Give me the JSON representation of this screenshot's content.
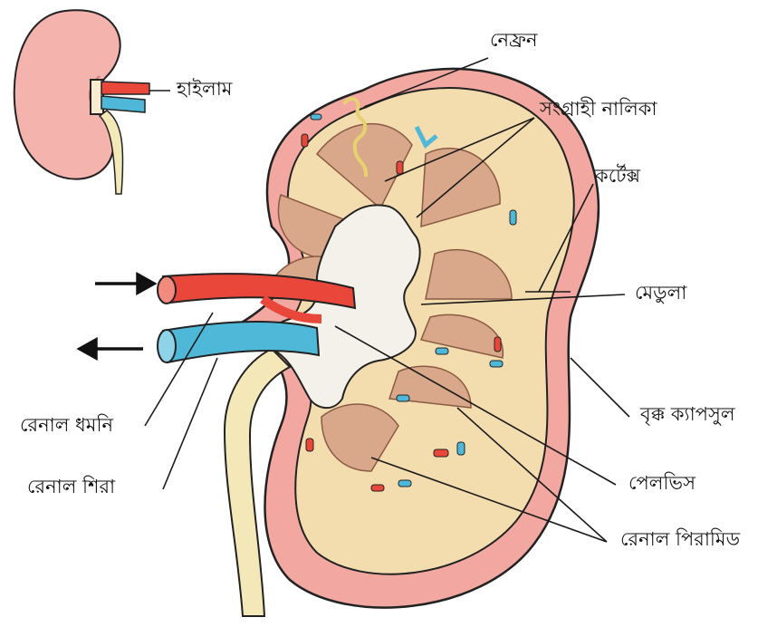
{
  "labels": {
    "hilum": "হাইলাম",
    "nephron": "নেফ্রন",
    "collecting_duct": "সংগ্রাহী নালিকা",
    "cortex": "কর্টেক্স",
    "medulla": "মেডুলা",
    "renal_capsule": "বৃক্ক ক্যাপসুল",
    "pelvis": "পেলভিস",
    "renal_pyramid": "রেনাল পিরামিড",
    "renal_artery": "রেনাল ধমনি",
    "renal_vein": "রেনাল শিরা"
  },
  "colors": {
    "capsule": "#f2a7a0",
    "cortex": "#f3dcae",
    "pyramid": "#d9a88a",
    "pelvis": "#f4f1ea",
    "artery": "#e8473a",
    "vein": "#4fb8d8",
    "ureter": "#f4e7b8"
  }
}
